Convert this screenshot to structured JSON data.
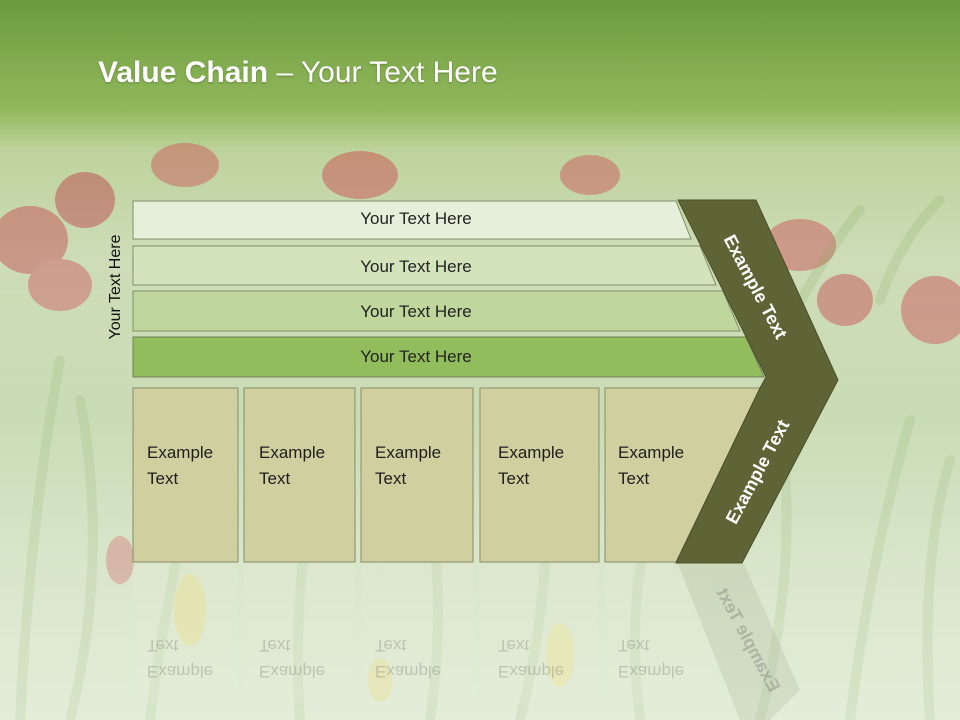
{
  "slide": {
    "title_bold": "Value Chain",
    "title_rest": " – Your Text Here",
    "side_label": "Your Text Here"
  },
  "bars": [
    {
      "label": "Your Text Here",
      "fill": "#e6efd9"
    },
    {
      "label": "Your Text Here",
      "fill": "#d3e4bc"
    },
    {
      "label": "Your Text Here",
      "fill": "#bfd79c"
    },
    {
      "label": "Your Text Here",
      "fill": "#92bd5c"
    }
  ],
  "boxes": [
    {
      "label": "Example\nText"
    },
    {
      "label": "Example\nText"
    },
    {
      "label": "Example\nText"
    },
    {
      "label": "Example\nText"
    },
    {
      "label": "Example\nText"
    }
  ],
  "arrow": {
    "upper_label": "Example Text",
    "lower_label": "Example Text",
    "fill": "#5e6435"
  },
  "colors": {
    "box_fill": "#cfcf9f",
    "title_band": "#7aa748"
  }
}
